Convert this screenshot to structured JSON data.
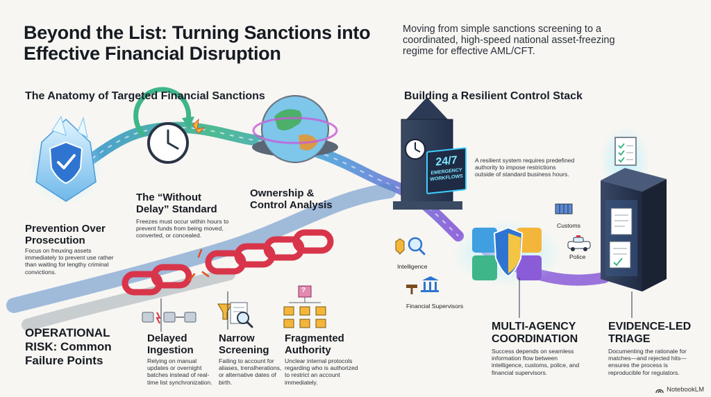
{
  "title": "Beyond the List: Turning Sanctions into Effective Financial Disruption",
  "subtitle": "Moving from simple sanctions screening to a coordinated, high-speed national asset-freezing regime for effective AML/CFT.",
  "left_section": {
    "heading": "The Anatomy of Targeted Financial Sanctions",
    "prevention": {
      "title": "Prevention Over Prosecution",
      "body": "Focus on freuxing assets immediately to prevent use rather than waiting for lengthy criminal convictions."
    },
    "without_delay": {
      "title": "The “Without Delay” Standard",
      "body": "Freezes must occur within hours to prevent funds from being moved, converted, or concealed."
    },
    "ownership": {
      "title": "Ownership & Control Analysis"
    }
  },
  "risk": {
    "title": "OPERATIONAL RISK: Common Failure Points",
    "delayed": {
      "title": "Delayed Ingestion",
      "body": "Relying on manual updates or overnight batches instead of real-time list synchronization."
    },
    "narrow": {
      "title": "Narrow Screening",
      "body": "Failing to account for aliases, trenslherations, or alternative dates of birth."
    },
    "fragmented": {
      "title": "Fragmented Authority",
      "body": "Unclear internal protocols regarding who is authorized to restrict an account immediately."
    }
  },
  "right_section": {
    "heading": "Building a Resilient Control Stack",
    "tower_sign": {
      "line1": "24/7",
      "line2": "EMERGENCY",
      "line3": "WORKFLOWS"
    },
    "tower_note": "A resilient system requires predefined authority to impose restrictions outside of standard business hours.",
    "agencies": {
      "customs": "Customs",
      "police": "Police",
      "intelligence": "Intelligence",
      "supervisors": "Financial Supervisors"
    },
    "coordination": {
      "title": "MULTI-AGENCY COORDINATION",
      "body": "Success depends on seamless information flow between intelligence, customs, police, and financial supervisors."
    },
    "triage": {
      "title": "EVIDENCE-LED TRIAGE",
      "body": "Documenting the rationale for matches—and rejected hits—ensures the process is reproducible for regulators."
    }
  },
  "clock_question_marks": "?",
  "footer": {
    "brand": "NotebookLM"
  },
  "colors": {
    "path_green": "#3fb58a",
    "path_blue": "#4a8fd6",
    "path_purple": "#8a5cd8",
    "chain_red": "#d8344a",
    "shield_blue": "#2f74d0",
    "server_navy": "#2d3a55"
  }
}
